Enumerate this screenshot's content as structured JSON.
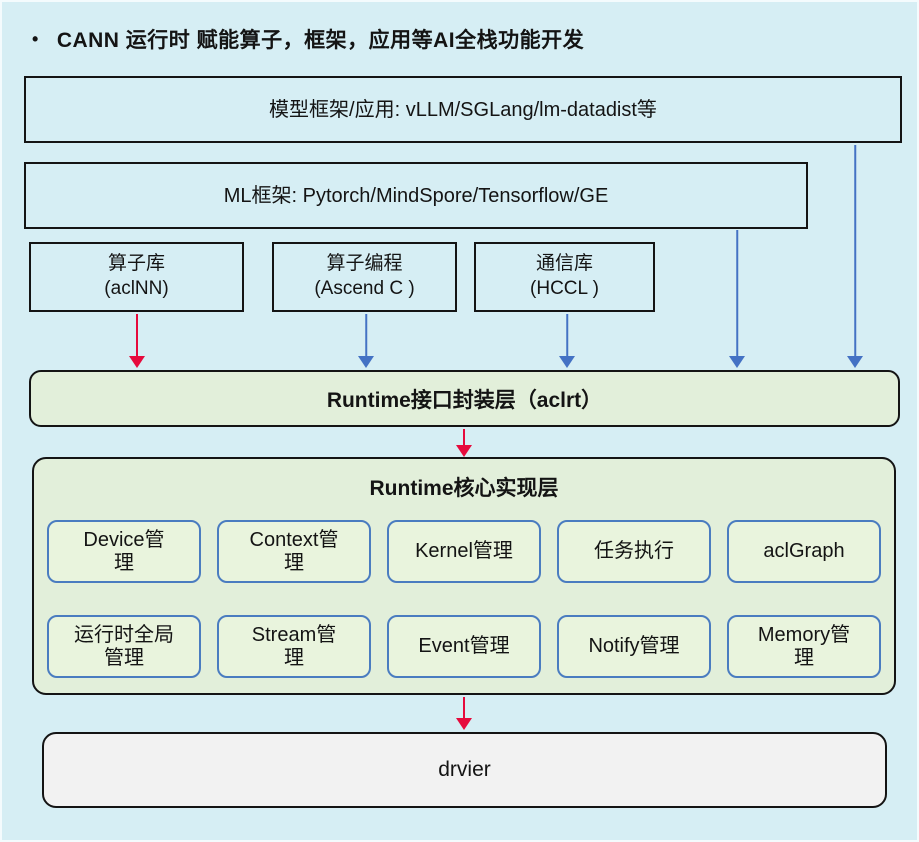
{
  "title": {
    "bullet": "•",
    "text": "CANN 运行时 赋能算子，框架，应用等AI全栈功能开发"
  },
  "layers": {
    "model_framework": {
      "label": "模型框架/应用:  vLLM/SGLang/lm-datadist等"
    },
    "ml_framework": {
      "label": "ML框架:  Pytorch/MindSpore/Tensorflow/GE"
    },
    "components": [
      {
        "label": "算子库\n(aclNN)"
      },
      {
        "label": "算子编程\n(Ascend C )"
      },
      {
        "label": "通信库\n(HCCL )"
      }
    ],
    "runtime_api": {
      "label": "Runtime接口封装层（aclrt）"
    },
    "runtime_core": {
      "label": "Runtime核心实现层",
      "modules": [
        {
          "label": "Device管\n理"
        },
        {
          "label": "Context管\n理"
        },
        {
          "label": "Kernel管理"
        },
        {
          "label": "任务执行"
        },
        {
          "label": "aclGraph"
        },
        {
          "label": "运行时全局\n管理"
        },
        {
          "label": "Stream管\n理"
        },
        {
          "label": "Event管理"
        },
        {
          "label": "Notify管理"
        },
        {
          "label": "Memory管\n理"
        }
      ]
    },
    "driver": {
      "label": "drvier"
    }
  },
  "colors": {
    "background": "#d6eef4",
    "green_fill": "#e2efda",
    "module_fill": "#e9f4dd",
    "module_border": "#4a7cc0",
    "arrow_red": "#e60a3c",
    "arrow_blue": "#4472c4",
    "box_border": "#141414",
    "driver_fill": "#f2f2f2"
  }
}
